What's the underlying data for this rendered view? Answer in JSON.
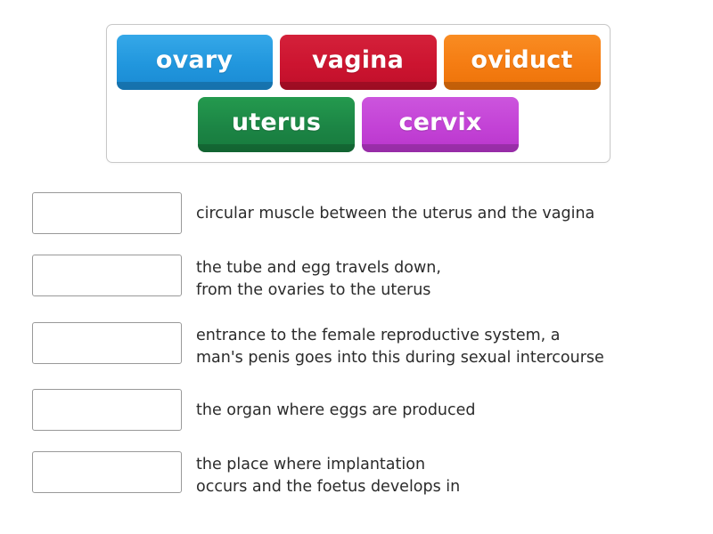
{
  "activity": {
    "type": "match-up",
    "tiles_panel": {
      "rows": [
        [
          {
            "label": "ovary",
            "color": "#2196dd"
          },
          {
            "label": "vagina",
            "color": "#cc1430"
          },
          {
            "label": "oviduct",
            "color": "#f57c12"
          }
        ],
        [
          {
            "label": "uterus",
            "color": "#1c8545"
          },
          {
            "label": "cervix",
            "color": "#c342d6"
          }
        ]
      ]
    },
    "questions": [
      {
        "dropzone_value": "",
        "definition": "circular muscle between the uterus and the vagina"
      },
      {
        "dropzone_value": "",
        "definition": "the tube and egg travels down,\nfrom the ovaries to the uterus"
      },
      {
        "dropzone_value": "",
        "definition": "entrance to the female reproductive system, a\nman's penis goes into this during sexual intercourse"
      },
      {
        "dropzone_value": "",
        "definition": "the organ where eggs are produced"
      },
      {
        "dropzone_value": "",
        "definition": "the place where implantation\noccurs and the foetus develops in"
      }
    ]
  }
}
